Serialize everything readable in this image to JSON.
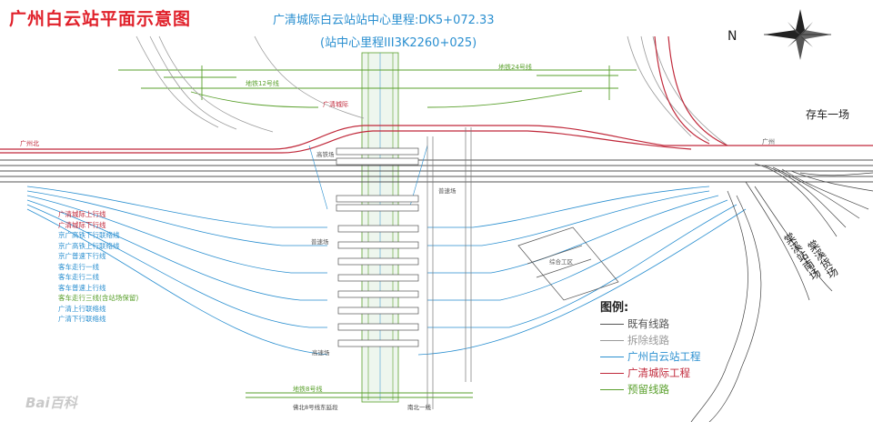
{
  "title": "广州白云站平面示意图",
  "center_mileage": "广清城际白云站站中心里程:DK5+072.33",
  "center_mileage_sub": "(站中心里程III3K2260+025)",
  "depot_north": "存车一场",
  "depot_south": "棠溪站南场",
  "depot_south_b": "棠溪货场",
  "compass_letter": "N",
  "legend": {
    "title": "图例:",
    "items": [
      {
        "label": "既有线路",
        "color": "#555555"
      },
      {
        "label": "拆除线路",
        "color": "#9a9a9a"
      },
      {
        "label": "广州白云站工程",
        "color": "#2a8fd0"
      },
      {
        "label": "广清城际工程",
        "color": "#c0283a"
      },
      {
        "label": "预留线路",
        "color": "#5aa02c"
      }
    ]
  },
  "left_labels": [
    {
      "text": "广清城际上行线",
      "color": "#c0283a"
    },
    {
      "text": "广清城际下行线",
      "color": "#c0283a"
    },
    {
      "text": "京广高铁下行联络线",
      "color": "#2a8fd0"
    },
    {
      "text": "京广高铁上行联络线",
      "color": "#2a8fd0"
    },
    {
      "text": "京广普速下行线",
      "color": "#2a8fd0"
    },
    {
      "text": "客车走行一线",
      "color": "#2a8fd0"
    },
    {
      "text": "客车走行二线",
      "color": "#2a8fd0"
    },
    {
      "text": "客车普速上行线",
      "color": "#2a8fd0"
    },
    {
      "text": "客车走行三线(含站场保留)",
      "color": "#5aa02c"
    },
    {
      "text": "广清上行联络线",
      "color": "#2a8fd0"
    },
    {
      "text": "广清下行联络线",
      "color": "#2a8fd0"
    }
  ],
  "lines": {
    "metro24": "地铁24号线",
    "metro12": "地铁12号线",
    "gq_line": "广清城际",
    "metro_bottom": "地铁8号线",
    "metro_bottom2": "佛北8号线东延段",
    "nanbei": "南北一线",
    "left_gz": "广州北",
    "right_gz": "广州",
    "zone_a": "高铁场",
    "zone_b": "普速场",
    "zone_c": "综合工区",
    "zone_d": "普速场",
    "zone_e": "高速场"
  },
  "watermark": "Bai百科"
}
